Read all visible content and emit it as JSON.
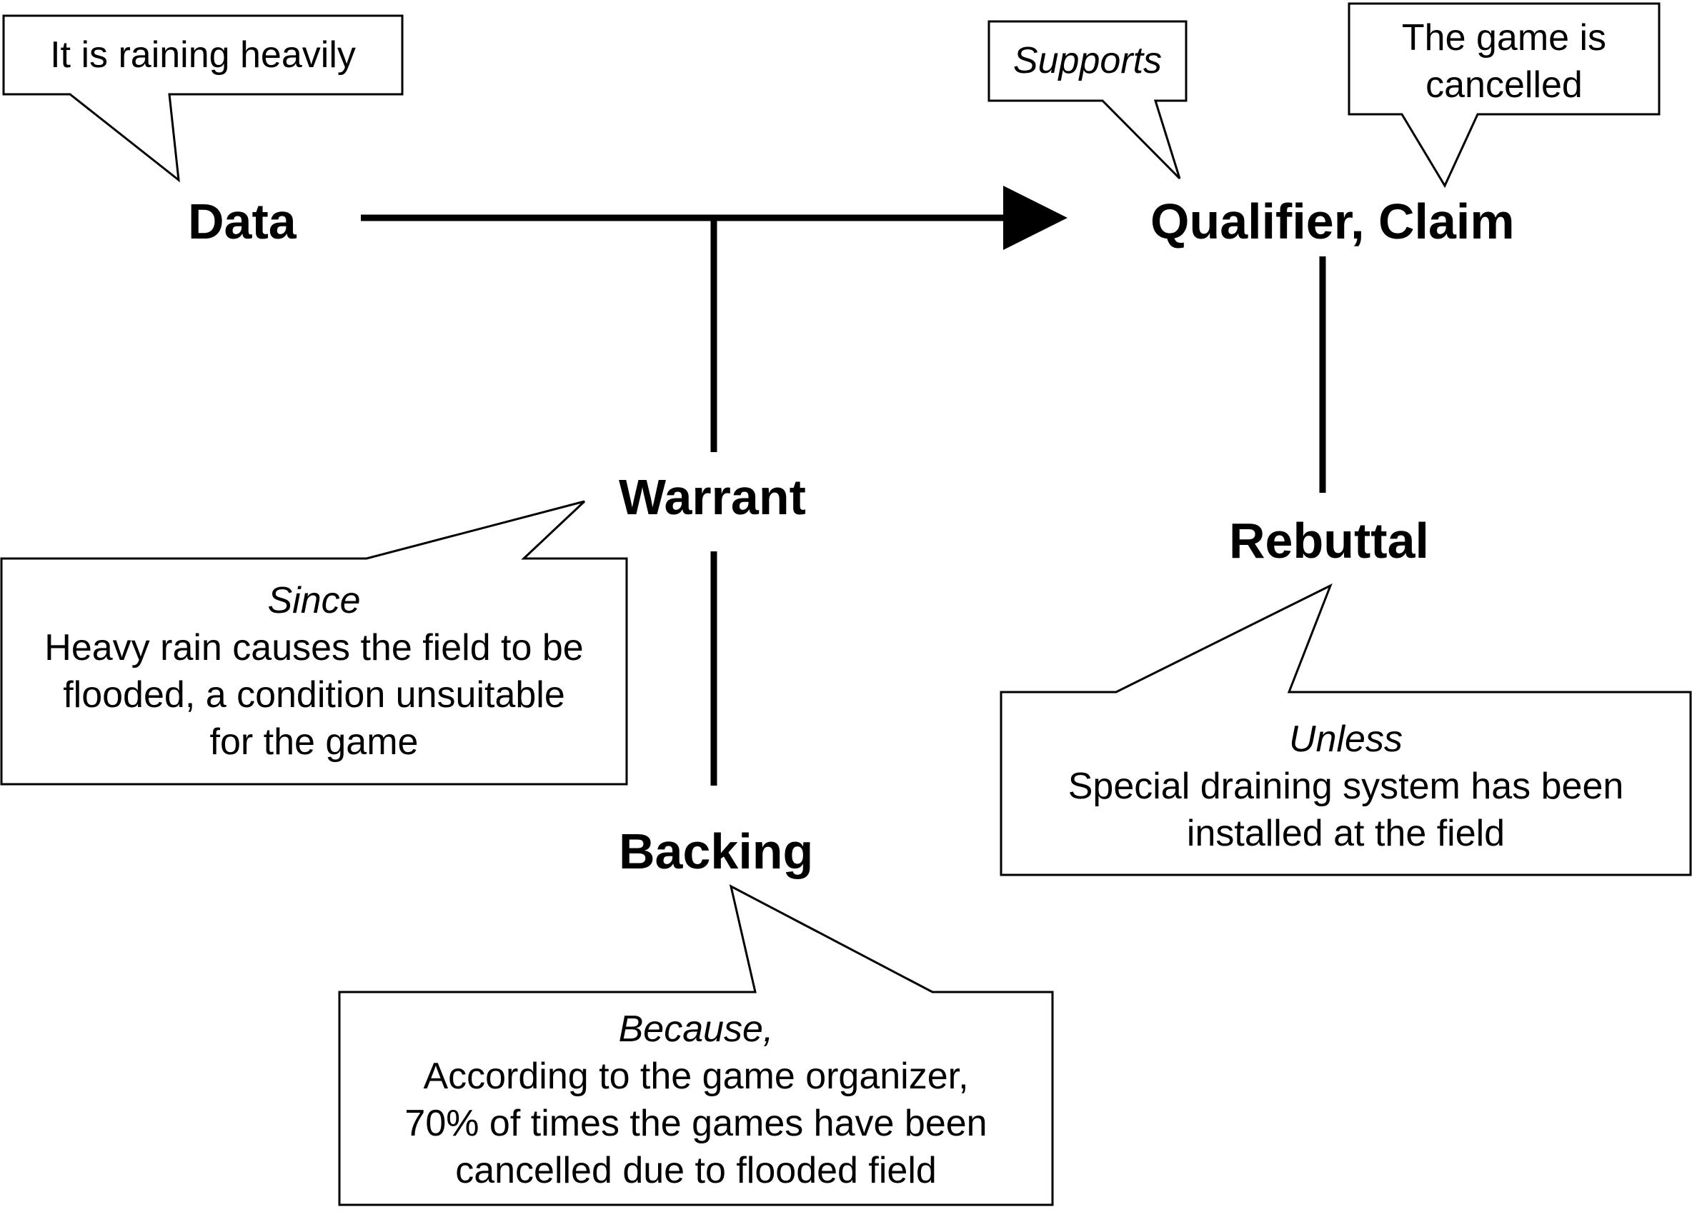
{
  "diagram": {
    "nodes": {
      "data": "Data",
      "claim": "Qualifier, Claim",
      "warrant": "Warrant",
      "backing": "Backing",
      "rebuttal": "Rebuttal"
    },
    "callouts": {
      "data": {
        "lines": [
          "It is raining heavily"
        ]
      },
      "qualifier": {
        "lead": "Supports"
      },
      "claim": {
        "lines": [
          "The game is",
          "cancelled"
        ]
      },
      "warrant": {
        "lead": "Since",
        "lines": [
          "Heavy rain causes the field to be",
          "flooded, a condition unsuitable",
          "for the game"
        ]
      },
      "rebuttal": {
        "lead": "Unless",
        "lines": [
          "Special draining system has been",
          "installed at the field"
        ]
      },
      "backing": {
        "lead": "Because,",
        "lines": [
          "According to the game organizer,",
          "70% of times the games have been",
          "cancelled due to flooded field"
        ]
      }
    },
    "colors": {
      "stroke": "#000000",
      "fill": "#ffffff",
      "text": "#000000"
    }
  }
}
